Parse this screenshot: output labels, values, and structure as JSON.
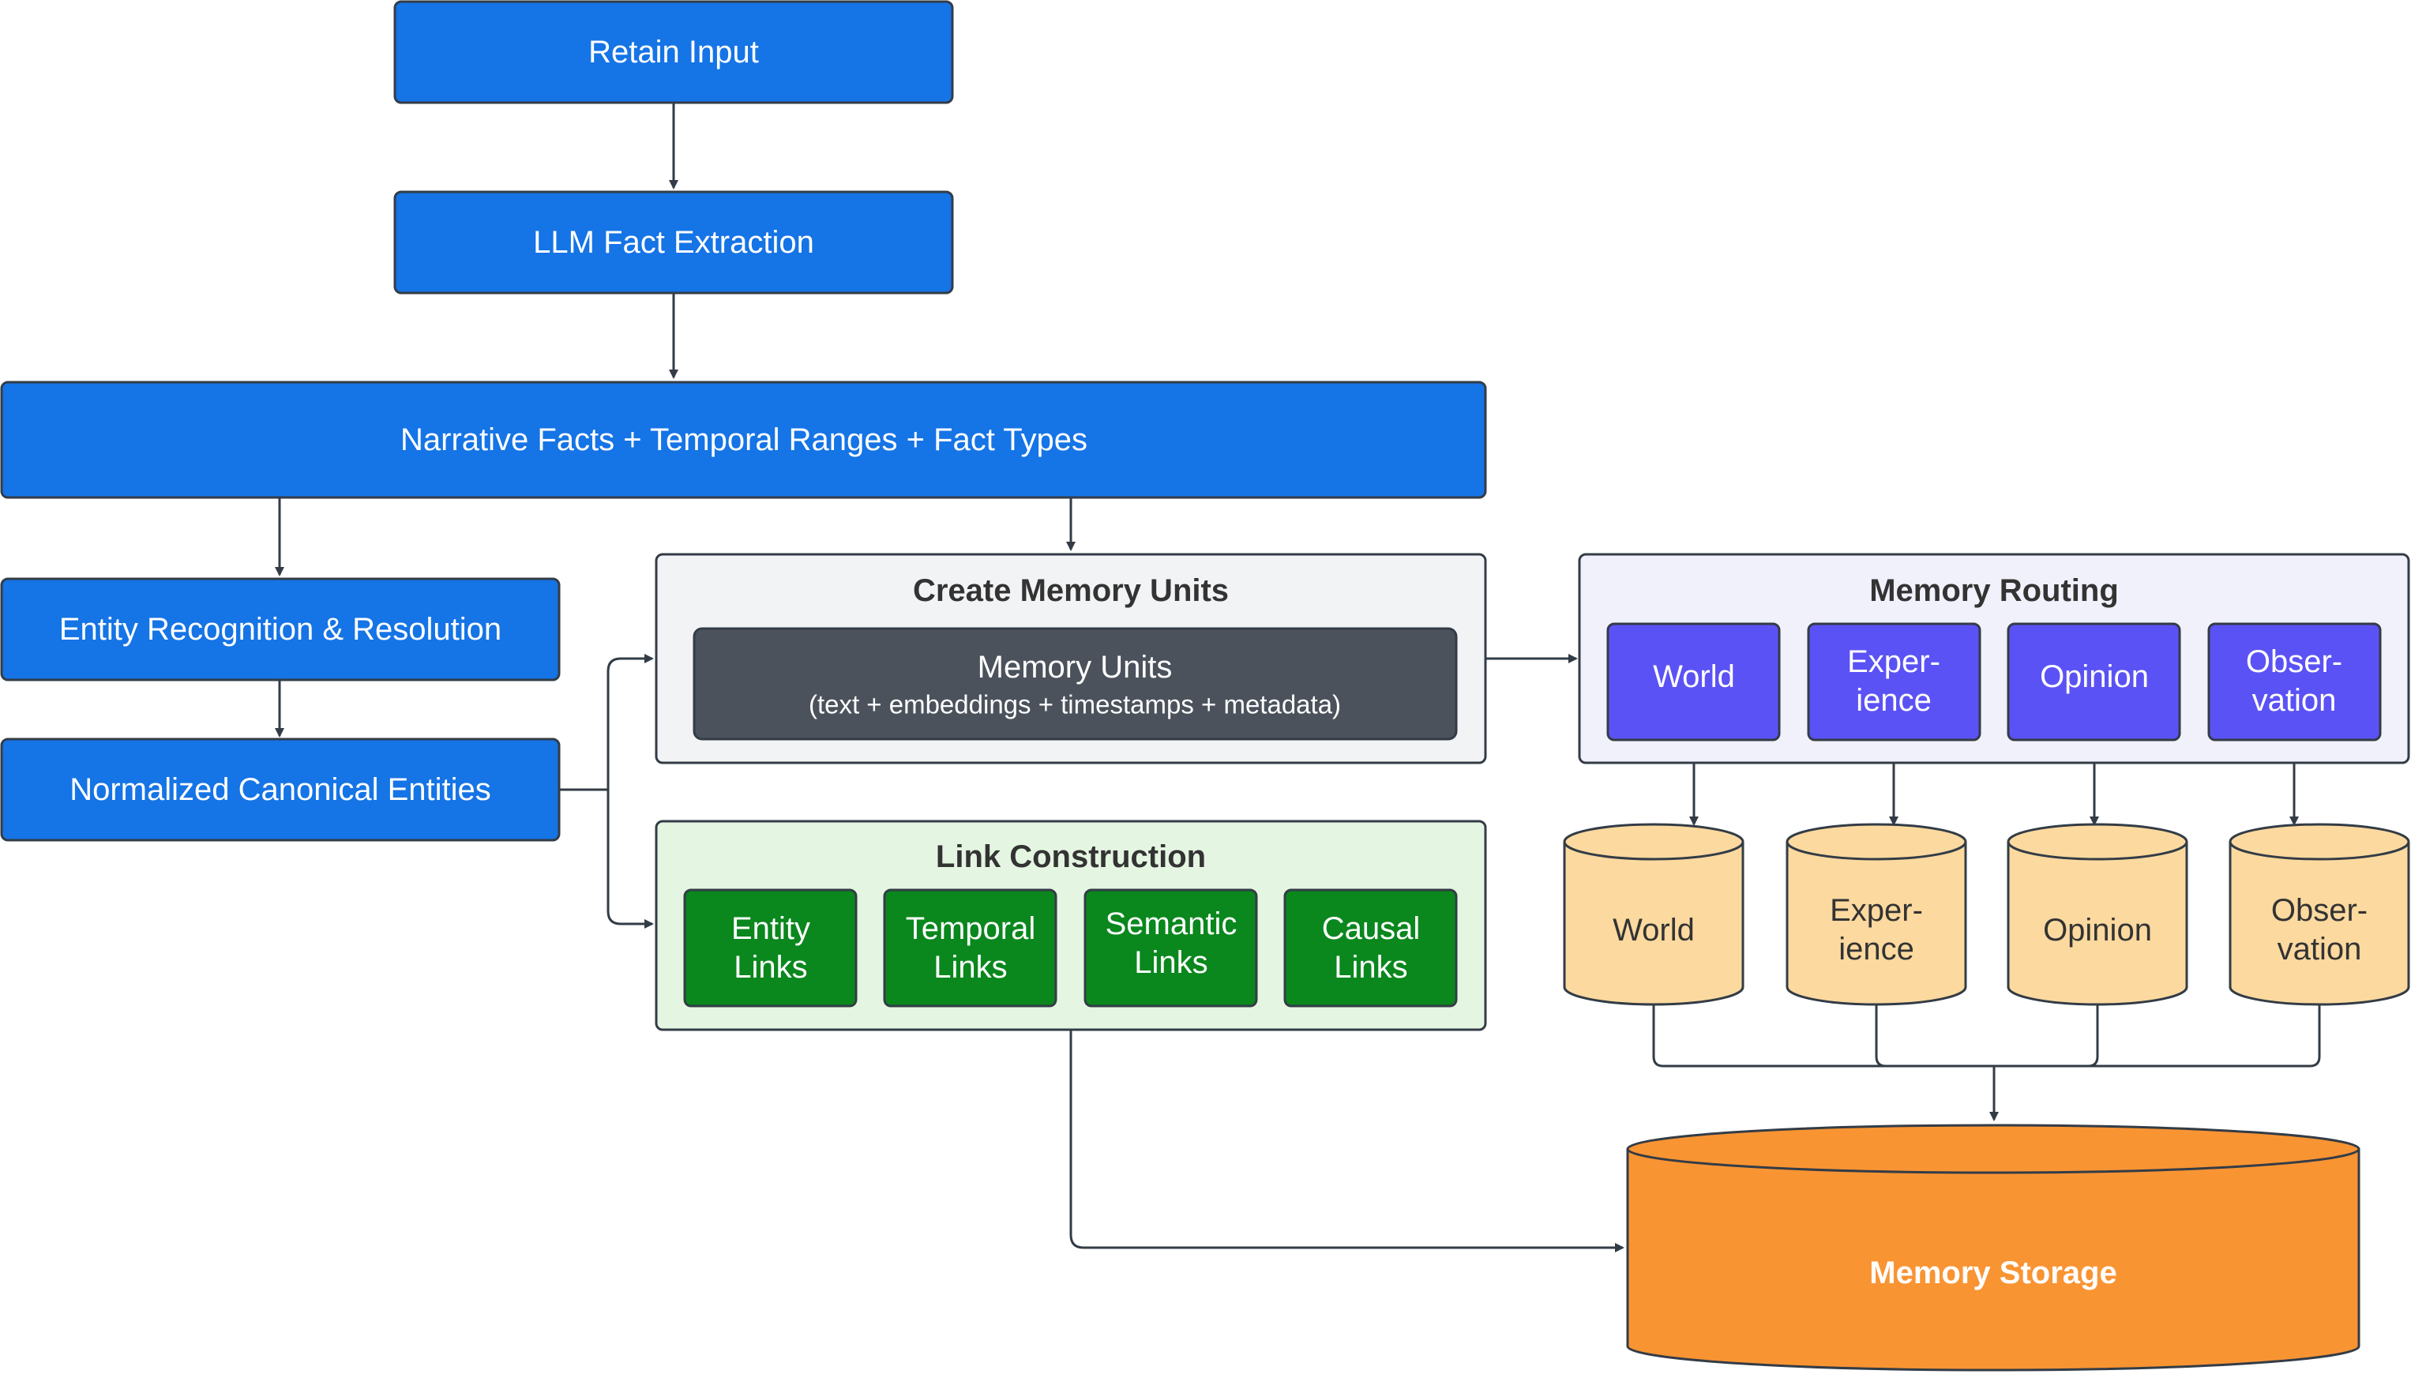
{
  "colors": {
    "blue_box": "#1574e6",
    "purple_box": "#5b52f5",
    "green_box": "#0a871d",
    "dark_box": "#4b525c",
    "gray_panel": "#f2f3f5",
    "green_panel": "#e4f6e1",
    "lavender_panel": "#f1f1fc",
    "cylinder_light": "#fcd99f",
    "cylinder_orange": "#f99433",
    "stroke": "#333c46"
  },
  "nodes": {
    "retain_input": "Retain Input",
    "llm_fact_extraction": "LLM Fact Extraction",
    "narrative_facts": "Narrative Facts + Temporal Ranges + Fact Types",
    "entity_recognition": "Entity Recognition & Resolution",
    "normalized_entities": "Normalized Canonical Entities"
  },
  "create_memory_units": {
    "title": "Create Memory Units",
    "box_title": "Memory Units",
    "box_subtitle": "(text + embeddings + timestamps + metadata)"
  },
  "link_construction": {
    "title": "Link Construction",
    "links": [
      {
        "line1": "Entity",
        "line2": "Links"
      },
      {
        "line1": "Temporal",
        "line2": "Links"
      },
      {
        "line1": "Semantic",
        "line2": "Links"
      },
      {
        "line1": "Causal",
        "line2": "Links"
      }
    ]
  },
  "memory_routing": {
    "title": "Memory Routing",
    "routes": [
      {
        "line1": "World"
      },
      {
        "line1": "Exper-",
        "line2": "ience"
      },
      {
        "line1": "Opinion"
      },
      {
        "line1": "Obser-",
        "line2": "vation"
      }
    ]
  },
  "stores": [
    {
      "line1": "World"
    },
    {
      "line1": "Exper-",
      "line2": "ience"
    },
    {
      "line1": "Opinion"
    },
    {
      "line1": "Obser-",
      "line2": "vation"
    }
  ],
  "memory_storage": "Memory Storage"
}
